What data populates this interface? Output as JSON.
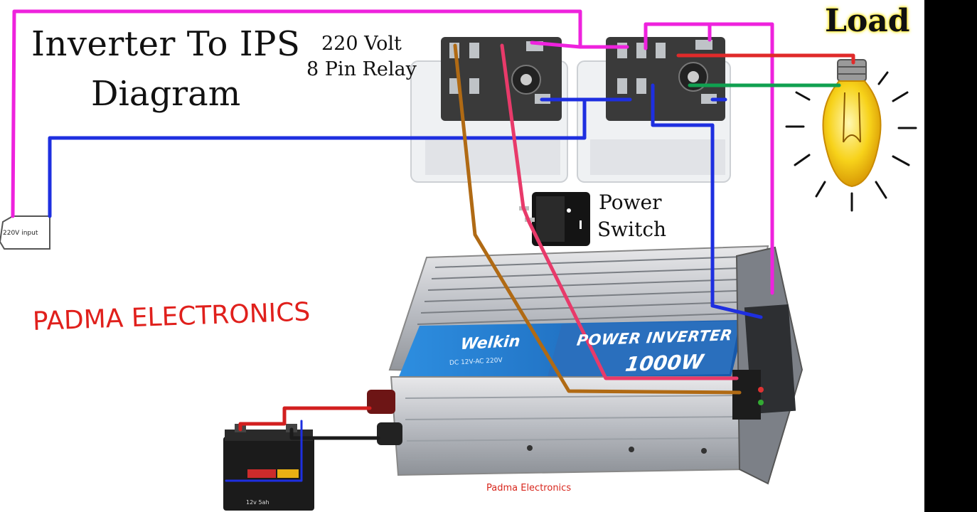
{
  "diagram": {
    "title_line1": "Inverter To IPS",
    "title_line2": "Diagram",
    "relay_line1": "220 Volt",
    "relay_line2": "8 Pin Relay",
    "switch_line1": "Power",
    "switch_line2": "Switch",
    "load_label": "Load",
    "input_label": "220V input",
    "company_big": "PADMA ELECTRONICS",
    "company_small": "Padma Electronics",
    "inverter_brand": "Welkin",
    "inverter_spec": "DC 12V-AC 220V",
    "inverter_title": "POWER INVERTER",
    "inverter_power": "1000W",
    "battery_label": "12v 5ah",
    "icons": [
      "relay-icon",
      "relay-icon",
      "rocker-switch-icon",
      "light-bulb-icon",
      "battery-icon",
      "power-inverter-icon"
    ],
    "colors": {
      "wire_magenta": "#ee22dd",
      "wire_blue": "#1e2fe0",
      "wire_red": "#e02a2a",
      "wire_green": "#10a050",
      "wire_brown": "#b06a14",
      "wire_pink": "#e83a6a",
      "inverter_blue": "#1f78c8",
      "bulb_yellow": "#f4c20d",
      "brand_red": "#e0201c"
    }
  }
}
